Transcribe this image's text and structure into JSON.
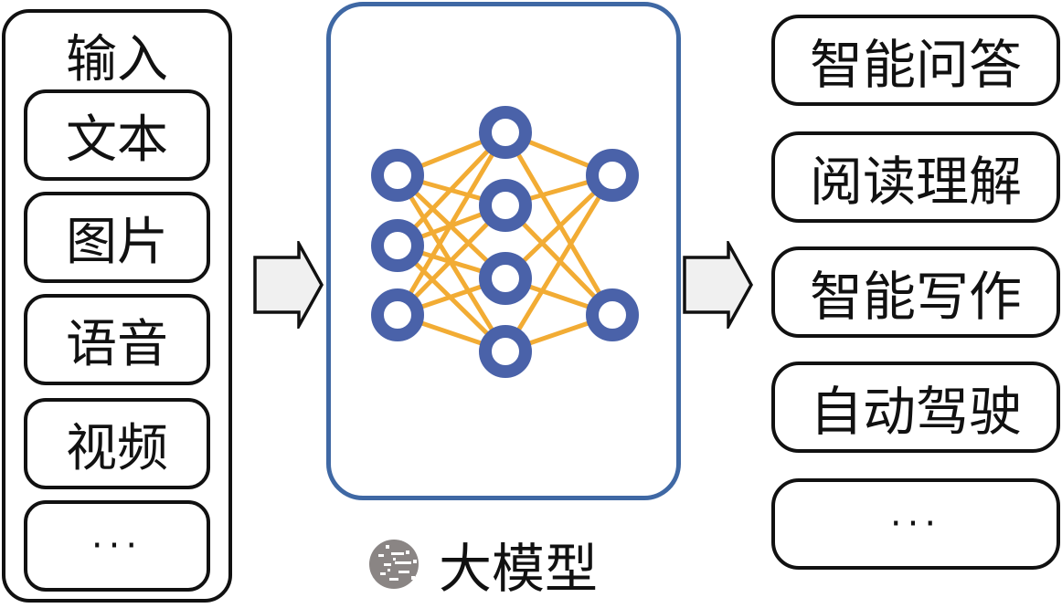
{
  "input": {
    "title": "输入",
    "items": [
      "文本",
      "图片",
      "语音",
      "视频",
      "···"
    ]
  },
  "model": {
    "label": "大模型",
    "network": {
      "layers": [
        3,
        4,
        2
      ],
      "node_color": "#4a62a9",
      "edge_color": "#f2ac34"
    },
    "border_color": "#3f68a4"
  },
  "output": {
    "items": [
      "智能问答",
      "阅读理解",
      "智能写作",
      "自动驾驶",
      "···"
    ]
  },
  "arrows": {
    "fill_color": "#f0f0f0",
    "stroke_color": "#111111"
  }
}
